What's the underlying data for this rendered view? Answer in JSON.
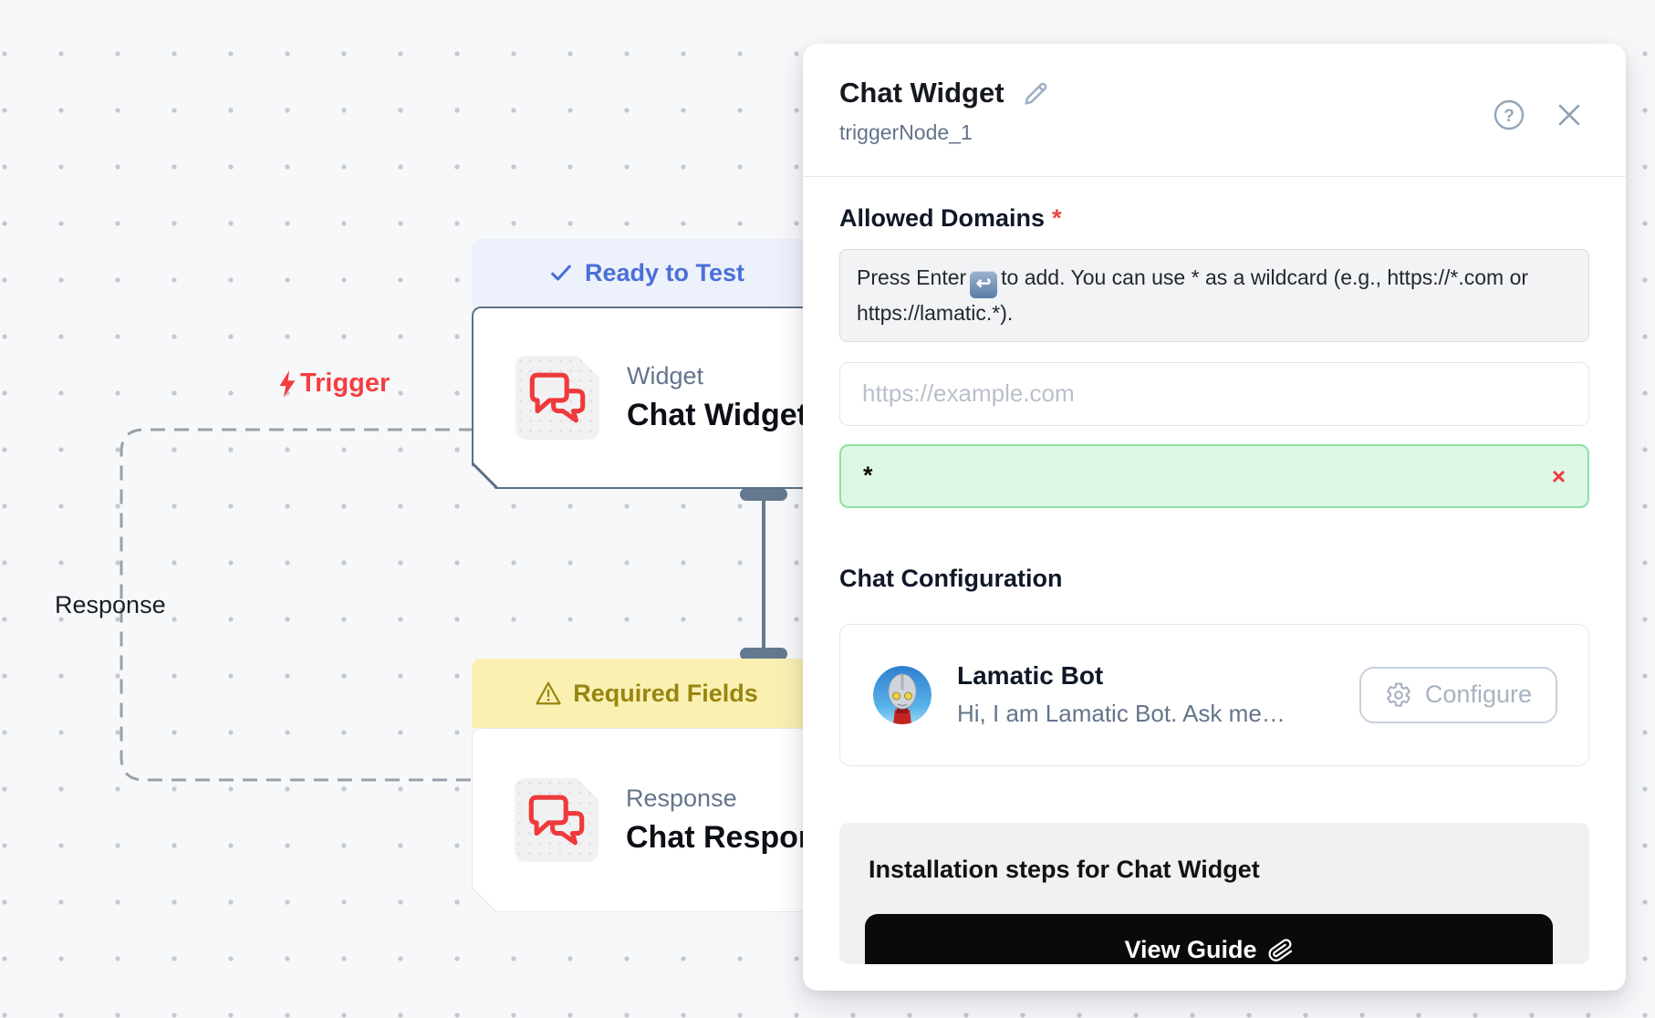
{
  "canvas": {
    "trigger_label": "Trigger",
    "response_label": "Response",
    "widget_node": {
      "badge_label": "Ready to Test",
      "type_label": "Widget",
      "title": "Chat Widget"
    },
    "response_node": {
      "badge_label": "Required Fields",
      "type_label": "Response",
      "title": "Chat Response"
    }
  },
  "panel": {
    "title": "Chat Widget",
    "node_id": "triggerNode_1",
    "allowed_domains": {
      "label": "Allowed Domains",
      "required_mark": "*",
      "hint_prefix": "Press Enter",
      "hint_suffix": "to add. You can use * as a wildcard (e.g., https://*.com or https://lamatic.*).",
      "enter_key_glyph": "↩",
      "input_placeholder": "https://example.com",
      "chip_value": "*",
      "chip_remove_label": "×"
    },
    "chat_configuration": {
      "heading": "Chat Configuration",
      "bot_name": "Lamatic Bot",
      "bot_description": "Hi, I am Lamatic Bot. Ask me…",
      "configure_label": "Configure"
    },
    "installation": {
      "heading": "Installation steps for Chat Widget",
      "view_guide_label": "View Guide"
    }
  },
  "colors": {
    "accent_blue": "#4a6fd8",
    "accent_red": "#ee3a3c",
    "warn_yellow_bg": "#faf0b2",
    "warn_text": "#98850f",
    "chip_green_bg": "#def7e4",
    "chip_green_border": "#8ce0a4"
  }
}
